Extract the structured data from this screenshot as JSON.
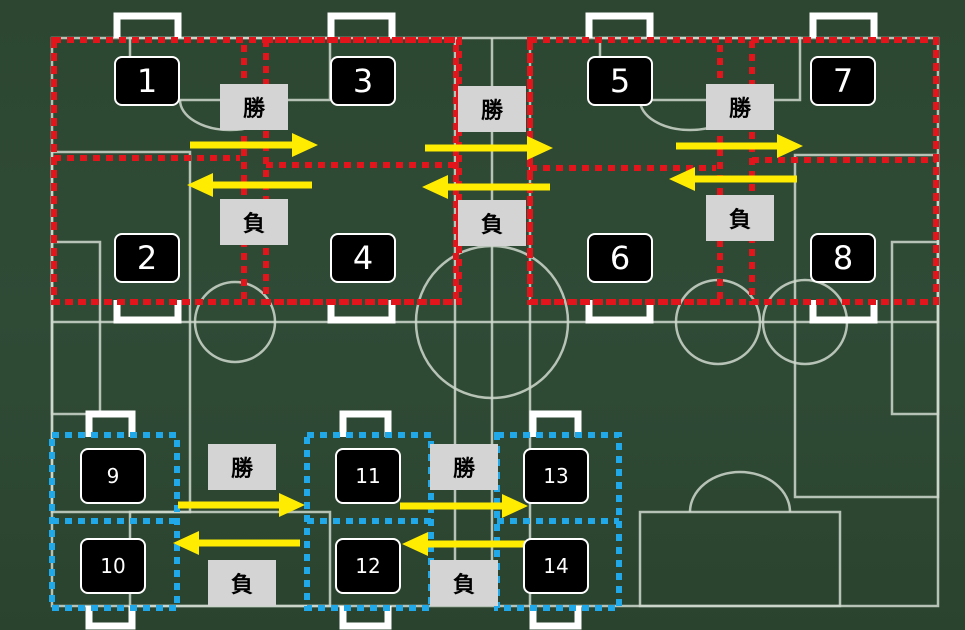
{
  "top_bracket": {
    "color": "#e3151c",
    "teams": [
      "1",
      "2",
      "3",
      "4",
      "5",
      "6",
      "7",
      "8"
    ],
    "results": {
      "win": "勝",
      "lose": "負"
    }
  },
  "bottom_bracket": {
    "color": "#20a8e8",
    "teams": [
      "9",
      "10",
      "11",
      "12",
      "13",
      "14"
    ],
    "results": {
      "win": "勝",
      "lose": "負"
    }
  },
  "colors": {
    "pitch": "#2f4a35",
    "arrow": "#ffec00",
    "label_bg": "#d4d4d4",
    "badge_bg": "#000000"
  }
}
